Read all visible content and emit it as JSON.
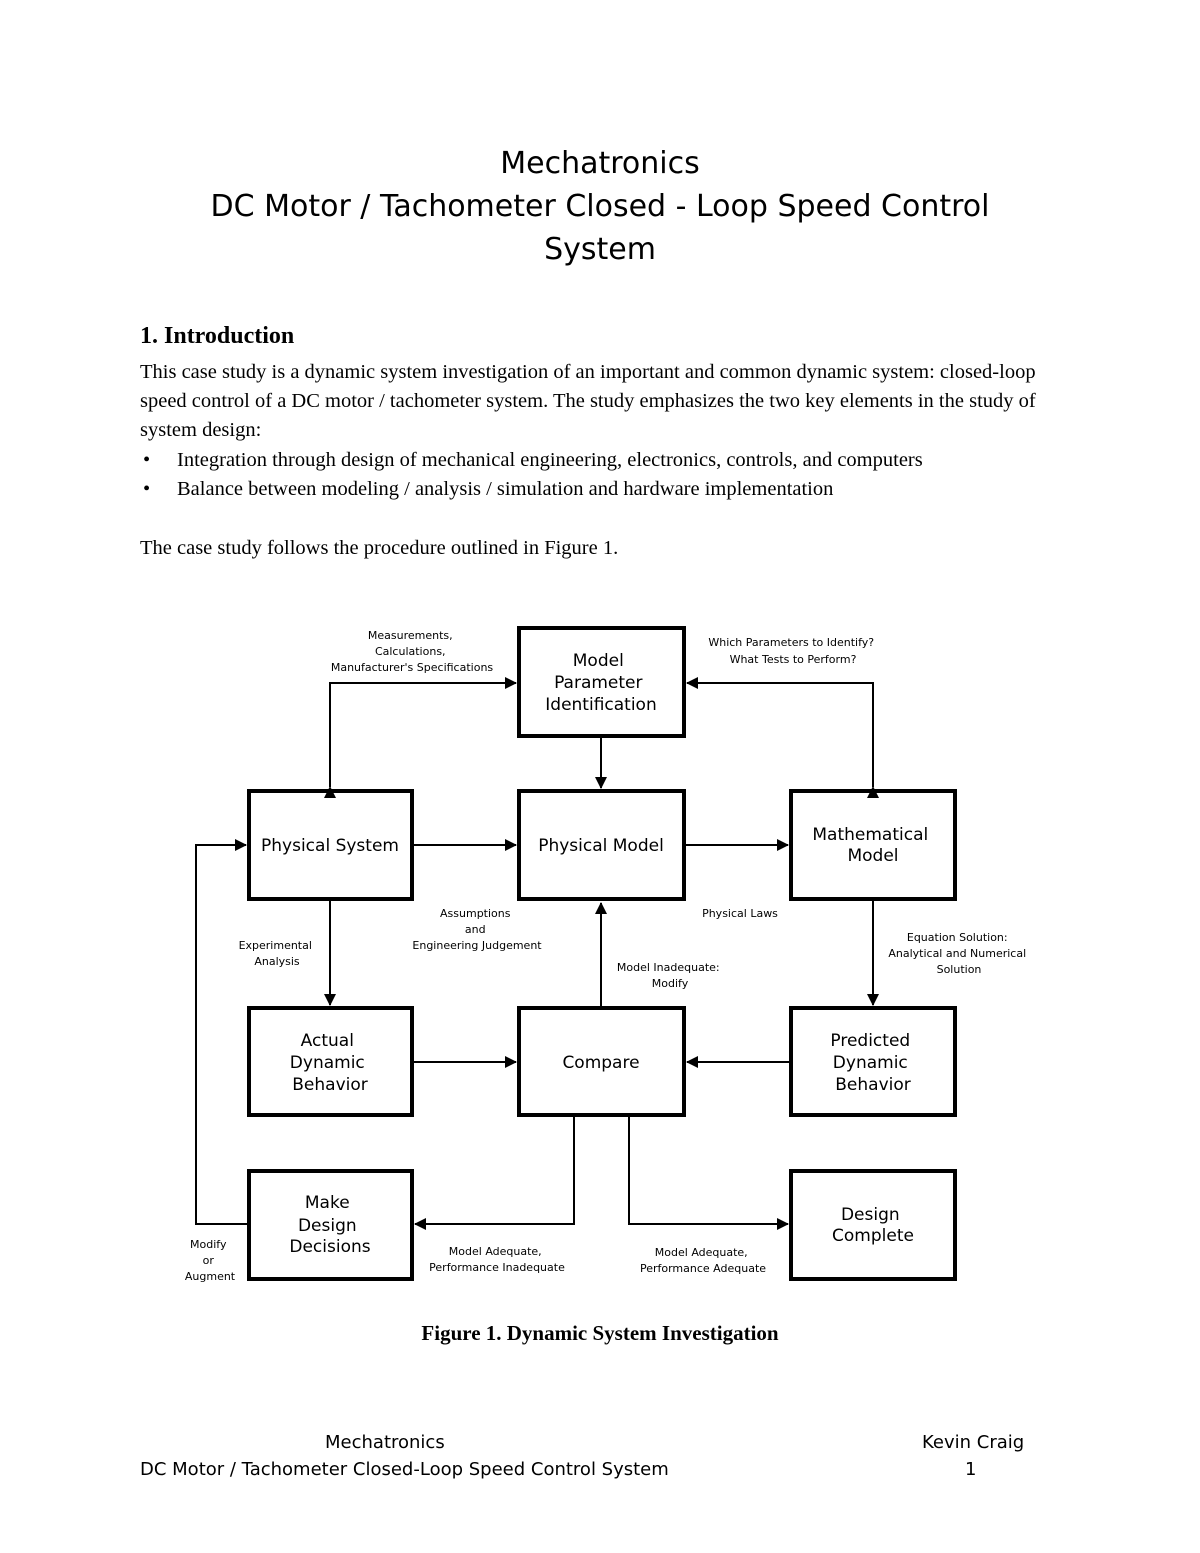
{
  "title": {
    "line1": "Mechatronics",
    "line2": "DC Motor / Tachometer  Closed  - Loop  Speed  Control",
    "line3": "System"
  },
  "section": {
    "heading": "1.  Introduction",
    "intro": "This case study is a dynamic system investigation of an important and common dynamic system:  closed-loop speed control of a DC motor / tachometer system.  The study emphasizes the two key elements in the study of system design:",
    "bullets": [
      "Integration through design of mechanical engineering, electronics, controls, and computers",
      "Balance between modeling / analysis / simulation and hardware implementation"
    ],
    "bullet_symbol": "•",
    "followup": "The case study follows the procedure outlined in Figure 1."
  },
  "diagram": {
    "boxes": {
      "model_param": [
        "Model",
        "Parameter",
        "Identification"
      ],
      "physical_system": [
        "Physical System"
      ],
      "physical_model": [
        "Physical Model"
      ],
      "math_model": [
        "Mathematical",
        "Model"
      ],
      "actual_behavior": [
        "Actual",
        "Dynamic",
        "Behavior"
      ],
      "compare": [
        "Compare"
      ],
      "predicted_behavior": [
        "Predicted",
        "Dynamic",
        "Behavior"
      ],
      "make_decisions": [
        "Make",
        "Design",
        "Decisions"
      ],
      "design_complete": [
        "Design",
        "Complete"
      ]
    },
    "notes": {
      "measurements": [
        "Measurements,",
        "Calculations,",
        "Manufacturer's Specifications"
      ],
      "which_params": [
        "Which Parameters to Identify?",
        "What Tests to Perform?"
      ],
      "assumptions": [
        "Assumptions",
        "and",
        "Engineering Judgement"
      ],
      "physical_laws": [
        "Physical Laws"
      ],
      "experimental": [
        "Experimental",
        "Analysis"
      ],
      "equation_solution": [
        "Equation Solution:",
        "Analytical and Numerical",
        "Solution"
      ],
      "inadequate_modify": [
        "Model Inadequate:",
        "Modify"
      ],
      "adequate_inadequate": [
        "Model Adequate,",
        "Performance Inadequate"
      ],
      "adequate_adequate": [
        "Model Adequate,",
        "Performance Adequate"
      ],
      "modify_augment": [
        "Modify",
        "or",
        "Augment"
      ]
    }
  },
  "caption": "Figure 1.  Dynamic System Investigation",
  "footer": {
    "left_line1": "Mechatronics",
    "left_line2": "DC Motor / Tachometer Closed-Loop Speed Control System",
    "author": "Kevin Craig",
    "page": "1"
  }
}
